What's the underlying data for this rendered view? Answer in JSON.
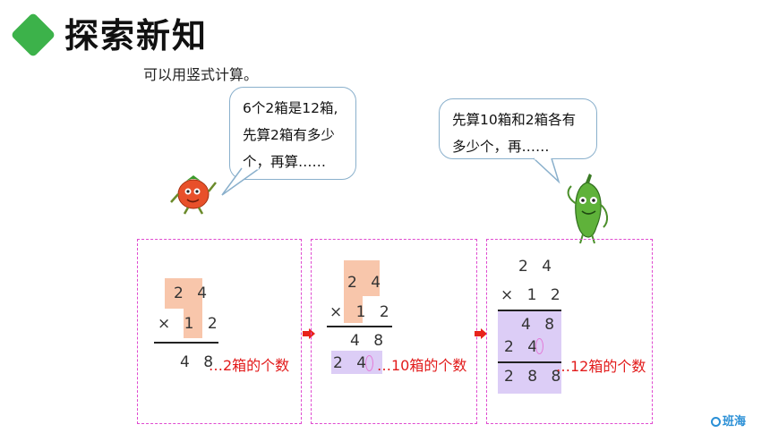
{
  "header": {
    "title": "探索新知",
    "subtitle": "可以用竖式计算。",
    "accent_color": "#3cb24a"
  },
  "bubbles": {
    "left": {
      "lines": [
        "6个2箱是12箱,",
        "先算2箱有多少",
        "个，再算……"
      ]
    },
    "right": {
      "lines": [
        "先算10箱和2箱各有",
        "多少个，再……"
      ]
    }
  },
  "characters": {
    "left": "tomato-character",
    "right": "pepper-character"
  },
  "steps": [
    {
      "multiplicand": "2 4",
      "multiplier": "× 1 2",
      "partial": "4 8",
      "note": "…2箱的个数"
    },
    {
      "multiplicand": "2 4",
      "multiplier": "× 1 2",
      "partial1": "4 8",
      "partial2": "2 4",
      "note": "…10箱的个数"
    },
    {
      "multiplicand": "2 4",
      "multiplier": "× 1 2",
      "partial1": "4 8",
      "partial2": "2 4",
      "result": "2 8 8",
      "note": "…12箱的个数"
    }
  ],
  "colors": {
    "highlight_orange": "#f8c6ab",
    "highlight_purple": "#dccdf6",
    "note_red": "#e21b1b",
    "box_border": "#e04ad0",
    "arrow_red": "#e8231b"
  },
  "logo": {
    "text": "班海",
    "icon": "circle-logo-icon"
  }
}
